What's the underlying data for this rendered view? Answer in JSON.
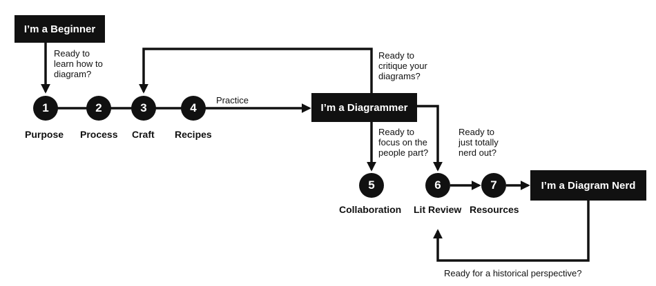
{
  "boxes": {
    "beginner": "I’m a Beginner",
    "diagrammer": "I’m a Diagrammer",
    "nerd": "I’m a Diagram Nerd"
  },
  "steps": [
    {
      "num": "1",
      "label": "Purpose"
    },
    {
      "num": "2",
      "label": "Process"
    },
    {
      "num": "3",
      "label": "Craft"
    },
    {
      "num": "4",
      "label": "Recipes"
    },
    {
      "num": "5",
      "label": "Collaboration"
    },
    {
      "num": "6",
      "label": "Lit Review"
    },
    {
      "num": "7",
      "label": "Resources"
    }
  ],
  "notes": {
    "ready_learn": "Ready to\nlearn how to\ndiagram?",
    "practice": "Practice",
    "ready_critique": "Ready to\ncritique your\ndiagrams?",
    "ready_people": "Ready to\nfocus on the\npeople part?",
    "ready_nerd": "Ready to\njust totally\nnerd out?",
    "ready_history": "Ready for a historical perspective?"
  }
}
